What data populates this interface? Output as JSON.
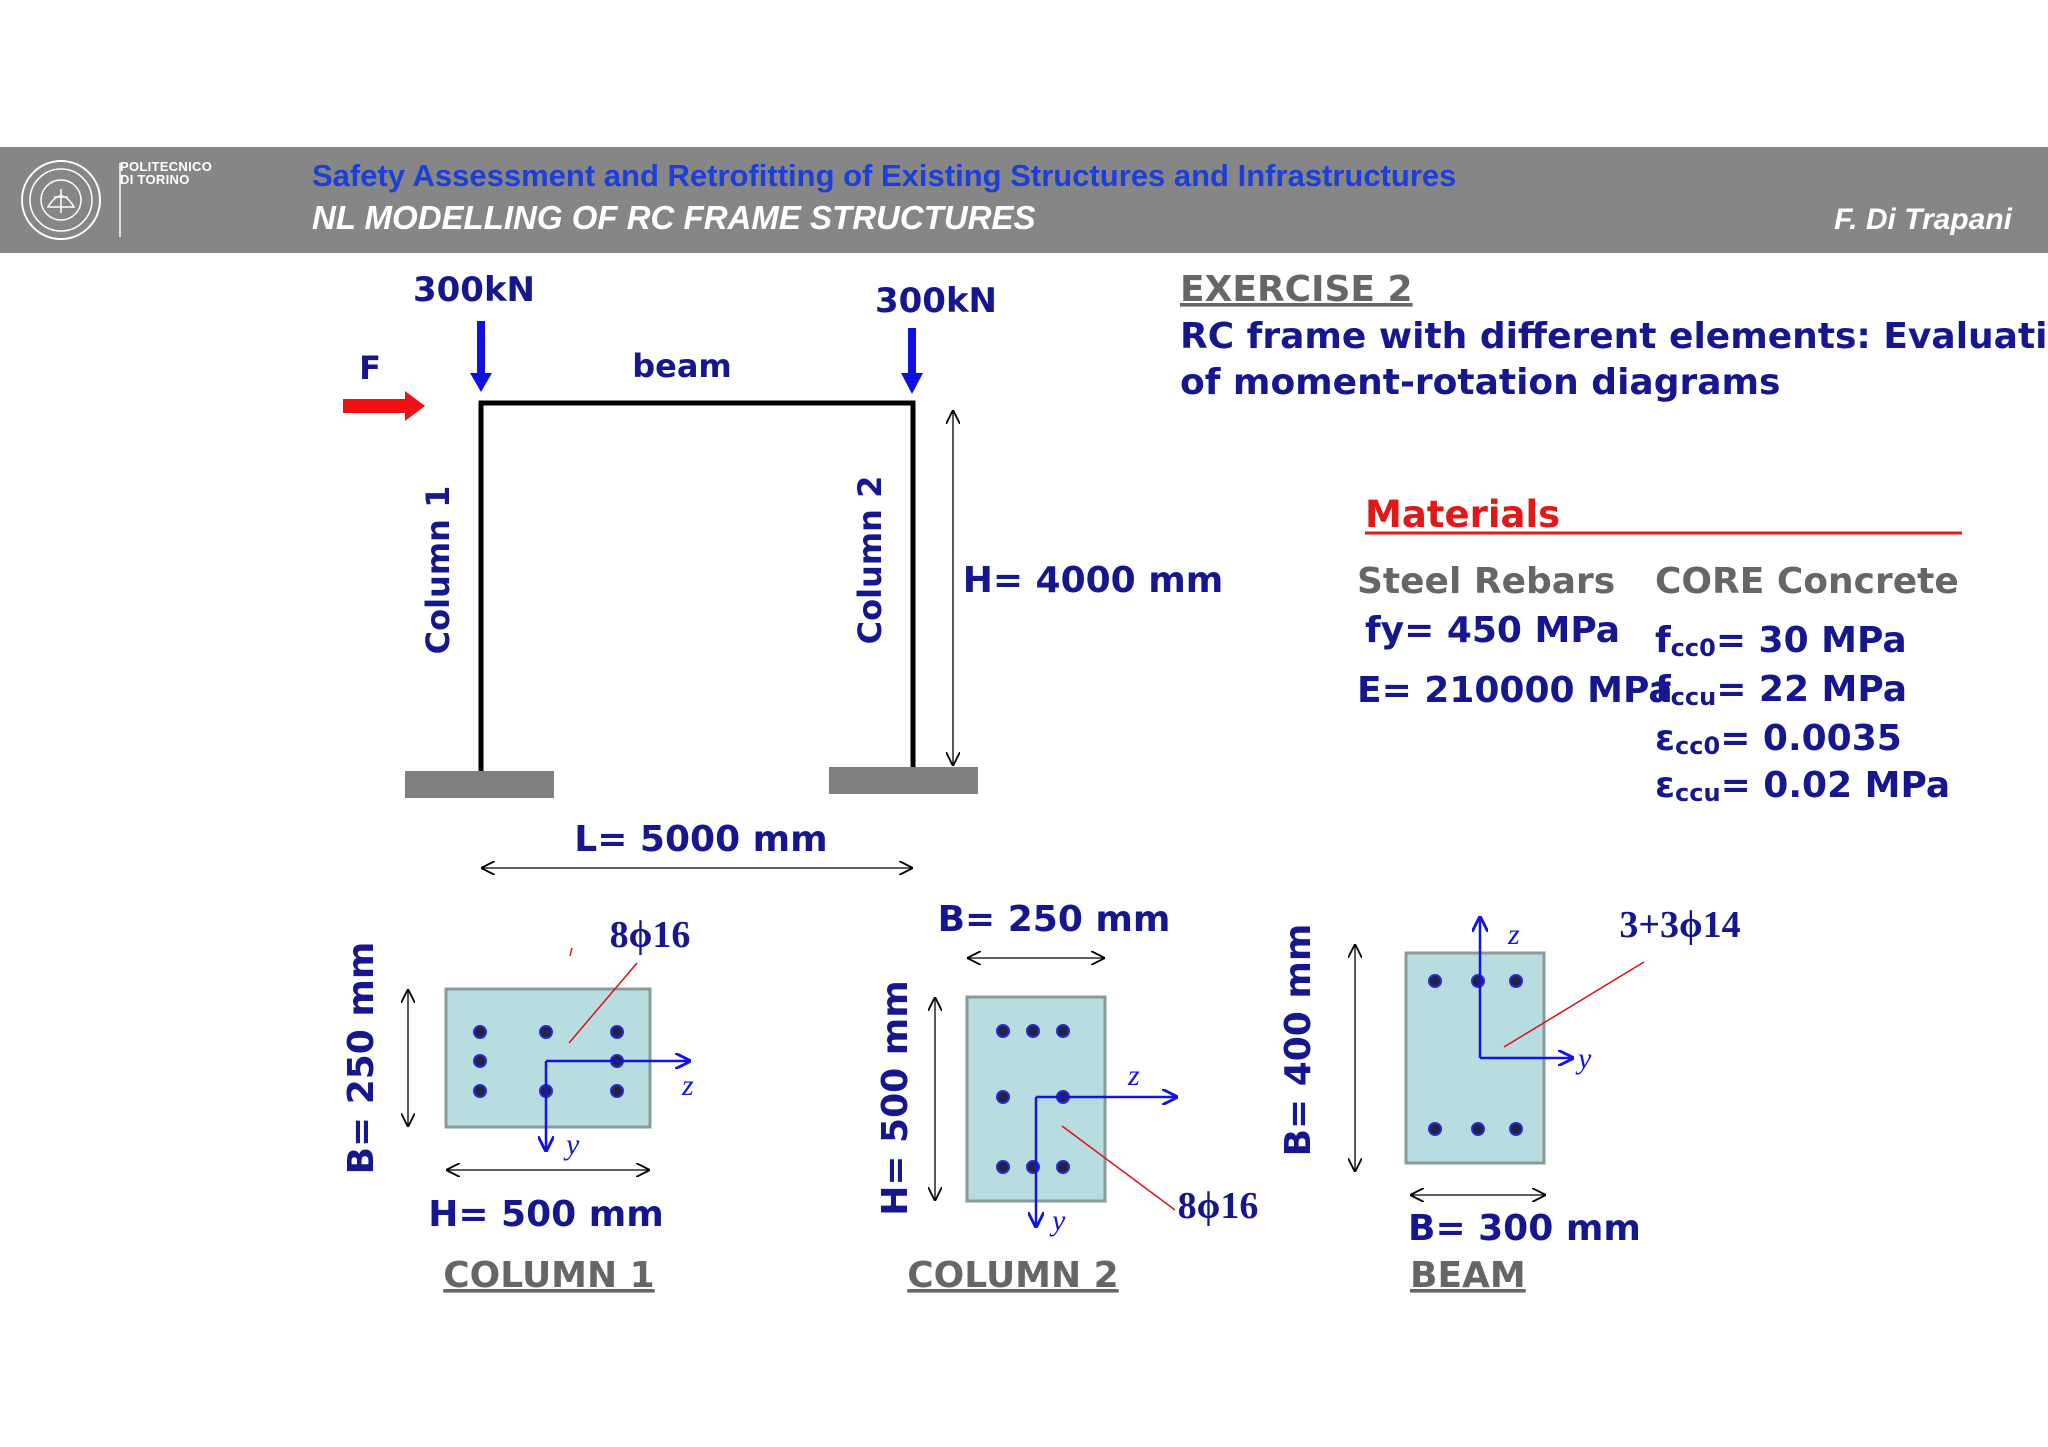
{
  "header": {
    "logo_text_line1": "POLITECNICO",
    "logo_text_line2": "DI TORINO",
    "course_title": "Safety Assessment and Retrofitting of Existing Structures and Infrastructures",
    "subtitle": "NL MODELLING OF RC FRAME STRUCTURES",
    "author": "F. Di Trapani"
  },
  "frame": {
    "load_left": "300kN",
    "load_right": "300kN",
    "force_label": "F",
    "beam_label": "beam",
    "column1_label": "Column 1",
    "column2_label": "Column 2",
    "height_label": "H= 4000 mm",
    "length_label": "L= 5000 mm"
  },
  "exercise": {
    "heading": "EXERCISE 2",
    "line1": "RC frame with different elements: Evaluation",
    "line2": "of moment-rotation diagrams"
  },
  "materials": {
    "heading": "Materials",
    "steel_heading": "Steel Rebars",
    "fy": "fy= 450 MPa",
    "E": "E= 210000 MPa",
    "concrete_heading": "CORE Concrete",
    "fcc0_base": "f",
    "fcc0_sub": "cc0",
    "fcc0_value": "= 30 MPa",
    "fccu_base": "f",
    "fccu_sub": "ccu",
    "fccu_value": "= 22 MPa",
    "ecc0_base": "ε",
    "ecc0_sub": "cc0",
    "ecc0_value": "= 0.0035",
    "eccu_base": "ε",
    "eccu_sub": "ccu",
    "eccu_value": "= 0.02 MPa"
  },
  "sections": {
    "column1": {
      "caption": "COLUMN 1",
      "rebars": "8ϕ16",
      "width_label": "B= 250 mm",
      "height_label": "H= 500 mm",
      "axis_z": "z",
      "axis_y": "y"
    },
    "column2": {
      "caption": "COLUMN 2",
      "rebars": "8ϕ16",
      "width_label": "B= 250 mm",
      "height_label": "H= 500 mm",
      "axis_z": "z",
      "axis_y": "y"
    },
    "beam": {
      "caption": "BEAM",
      "rebars": "3+3ϕ14",
      "width_label": "B= 300 mm",
      "height_label": "B= 400 mm",
      "axis_z": "z",
      "axis_y": "y"
    }
  },
  "colors": {
    "banner": "#868686",
    "course_title": "#1d3fd6",
    "label_blue": "#16168f",
    "materials_red": "#e01818",
    "grey_text": "#666666",
    "section_fill": "#b8dde1",
    "load_arrow": "#1010e0",
    "force_arrow": "#ee1111",
    "axis_blue": "#1414e0",
    "leader_red": "#dd1111"
  }
}
